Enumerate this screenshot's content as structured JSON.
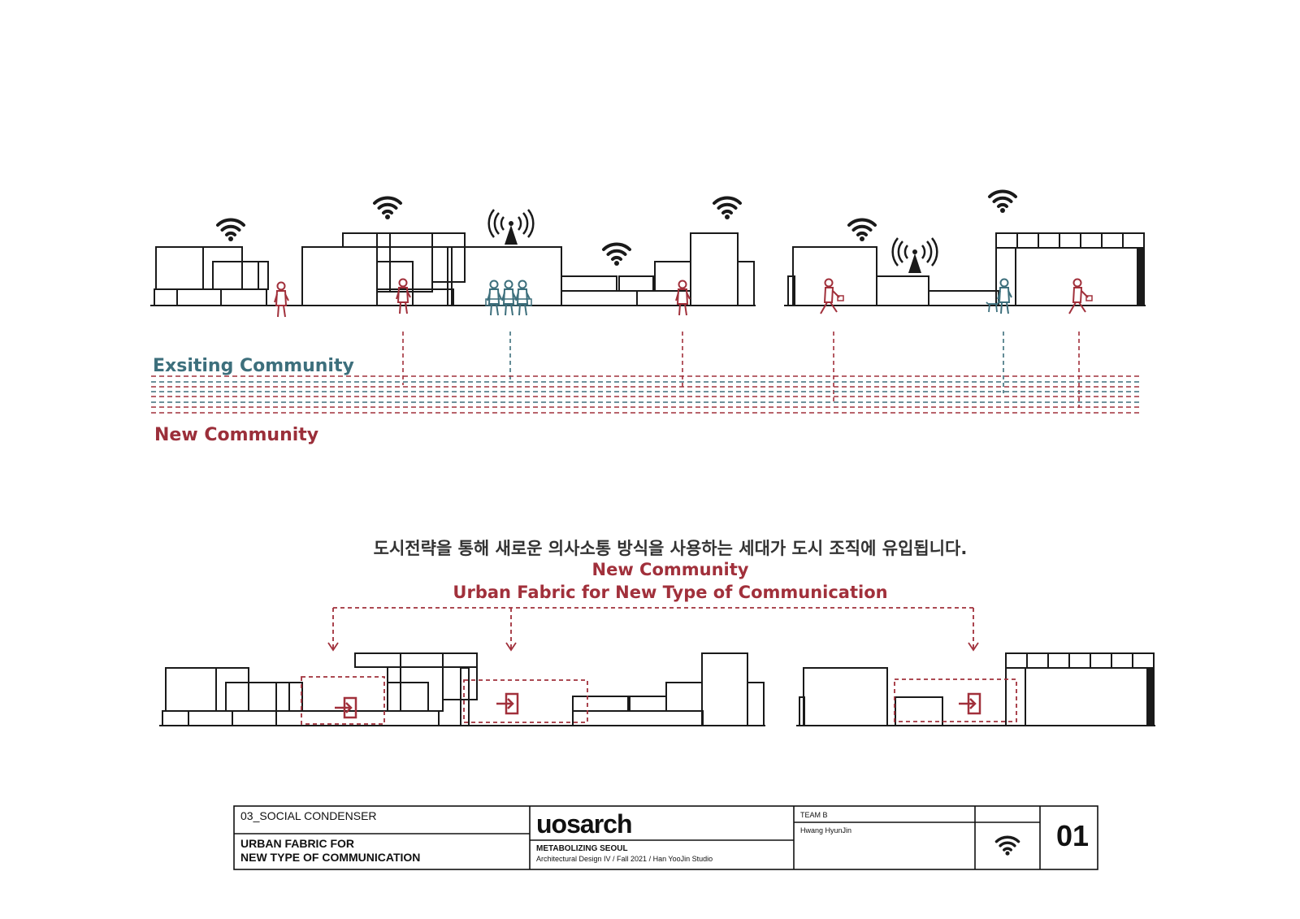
{
  "diagram": {
    "existing_label": "Exsiting Community",
    "new_label": "New Community",
    "korean_caption": "도시전략을 통해 새로운 의사소통 방식을 사용하는 세대가 도시 조직에 유입됩니다.",
    "caption_new": "New Community",
    "caption_fabric": "Urban Fabric for New Type of Communication"
  },
  "colors": {
    "existing": "#3d6f7c",
    "new": "#a1303b",
    "line": "#1a1a1a"
  },
  "title_block": {
    "code": "03_SOCIAL CONDENSER",
    "title_line1": "URBAN FABRIC FOR",
    "title_line2": "NEW TYPE OF COMMUNICATION",
    "logo": "uosarch",
    "project": "METABOLIZING SEOUL",
    "course": "Architectural Design IV / Fall 2021 / Han YooJin Studio",
    "team": "TEAM B",
    "author": "Hwang HyunJin",
    "sheet": "01",
    "icon": "wifi-icon"
  }
}
